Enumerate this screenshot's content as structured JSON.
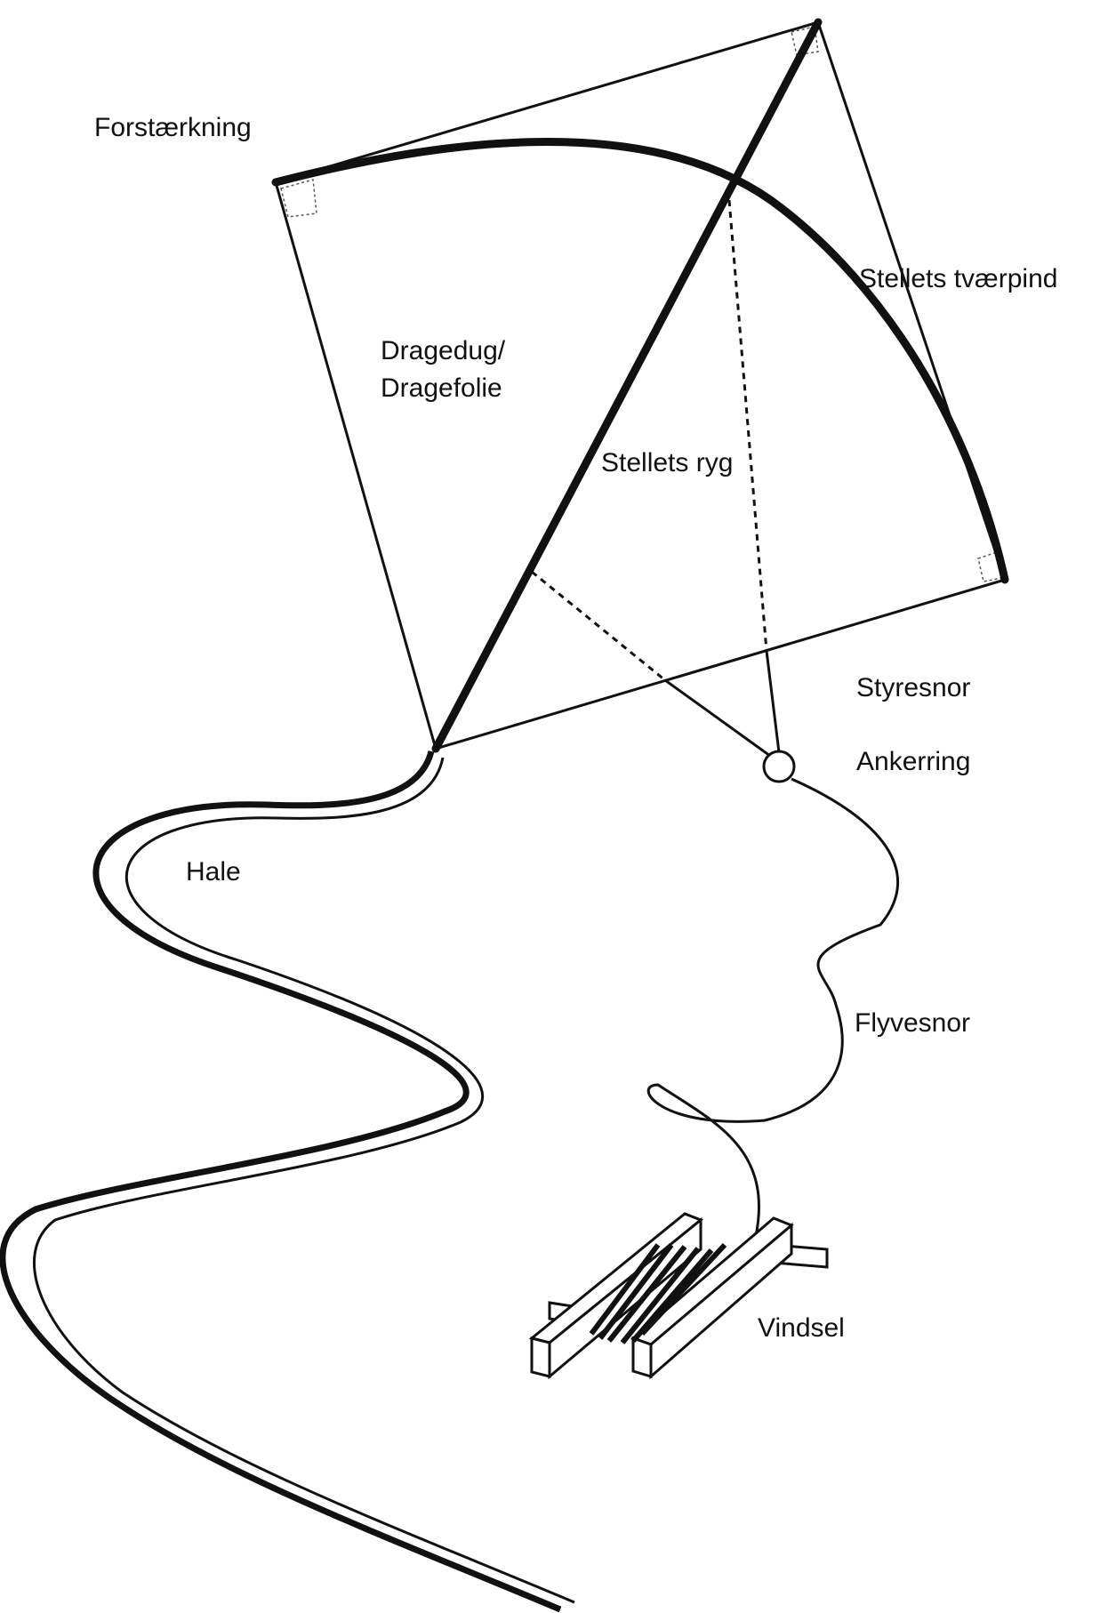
{
  "labels": {
    "forstaerkning": "Forstærkning",
    "tvaerpind": "Stellets tværpind",
    "dragedug_line1": "Dragedug/",
    "dragedug_line2": "Dragefolie",
    "ryg": "Stellets ryg",
    "styresnor": "Styresnor",
    "ankerring": "Ankerring",
    "hale": "Hale",
    "flyvesnor": "Flyvesnor",
    "vindsel": "Vindsel"
  },
  "colors": {
    "ink": "#111111",
    "background": "#ffffff"
  }
}
